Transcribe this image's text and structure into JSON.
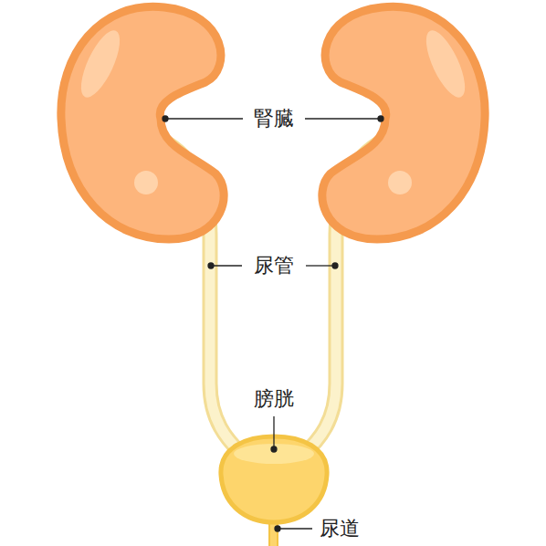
{
  "diagram": {
    "labels": [
      "腎臓",
      "尿管",
      "膀胱",
      "尿道"
    ]
  }
}
